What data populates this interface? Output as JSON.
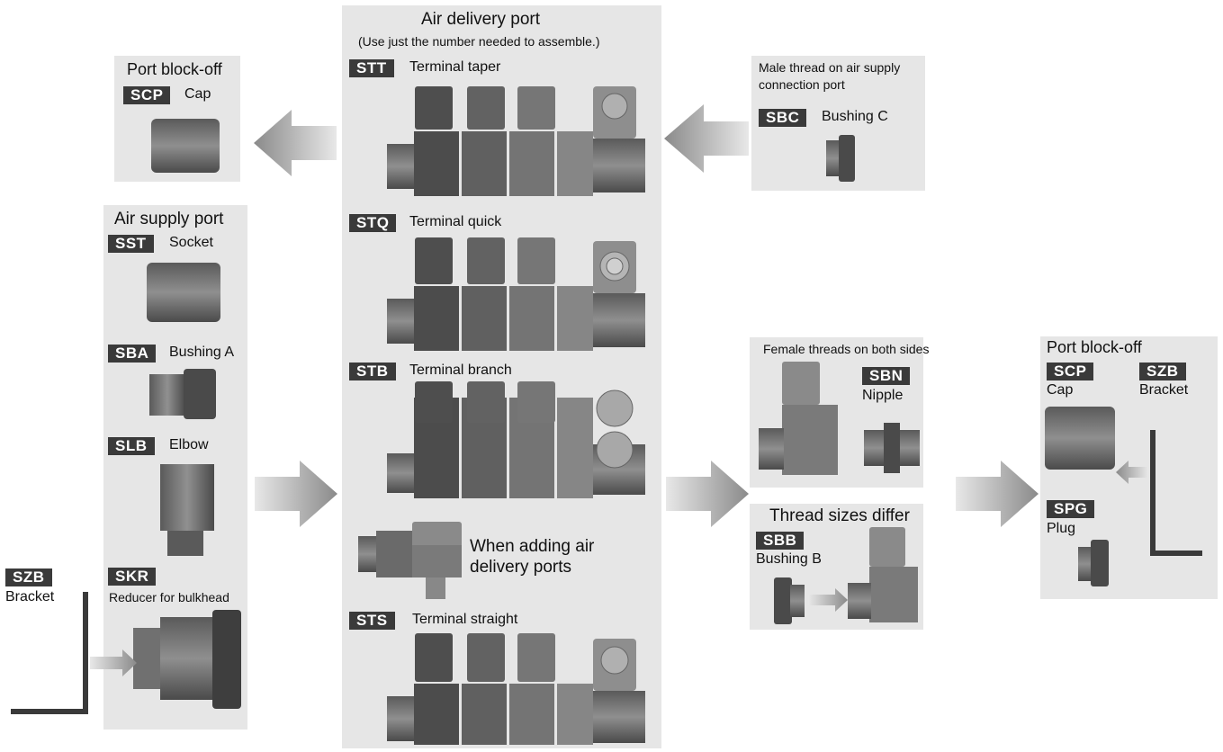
{
  "center_panel": {
    "title": "Air delivery port",
    "subtitle": "(Use just the number needed to assemble.)",
    "stt": {
      "code": "STT",
      "label": "Terminal taper"
    },
    "stq": {
      "code": "STQ",
      "label": "Terminal quick"
    },
    "stb": {
      "code": "STB",
      "label": "Terminal branch"
    },
    "adding_note": "When adding air delivery ports",
    "sts": {
      "code": "STS",
      "label": "Terminal straight"
    }
  },
  "top_left_panel": {
    "title": "Port block-off",
    "scp": {
      "code": "SCP",
      "label": "Cap"
    }
  },
  "top_right_panel": {
    "title": "Male thread on air supply connection port",
    "sbc": {
      "code": "SBC",
      "label": "Bushing C"
    }
  },
  "left_panel": {
    "title": "Air supply port",
    "sst": {
      "code": "SST",
      "label": "Socket"
    },
    "sba": {
      "code": "SBA",
      "label": "Bushing A"
    },
    "slb": {
      "code": "SLB",
      "label": "Elbow"
    },
    "skr": {
      "code": "SKR",
      "label": "Reducer for bulkhead"
    }
  },
  "left_bracket": {
    "code": "SZB",
    "label": "Bracket"
  },
  "mid_right_top_panel": {
    "title": "Female threads on both sides",
    "sbn": {
      "code": "SBN",
      "label": "Nipple"
    }
  },
  "mid_right_bottom_panel": {
    "title": "Thread sizes differ",
    "sbb": {
      "code": "SBB",
      "label": "Bushing B"
    }
  },
  "right_panel": {
    "title": "Port block-off",
    "scp": {
      "code": "SCP",
      "label": "Cap"
    },
    "szb": {
      "code": "SZB",
      "label": "Bracket"
    },
    "spg": {
      "code": "SPG",
      "label": "Plug"
    }
  },
  "colors": {
    "panel": "#e6e6e6",
    "badge": "#3a3a3a",
    "part_dark": "#4a4a4a",
    "part_mid": "#6a6a6a",
    "part_light": "#8a8a8a"
  }
}
